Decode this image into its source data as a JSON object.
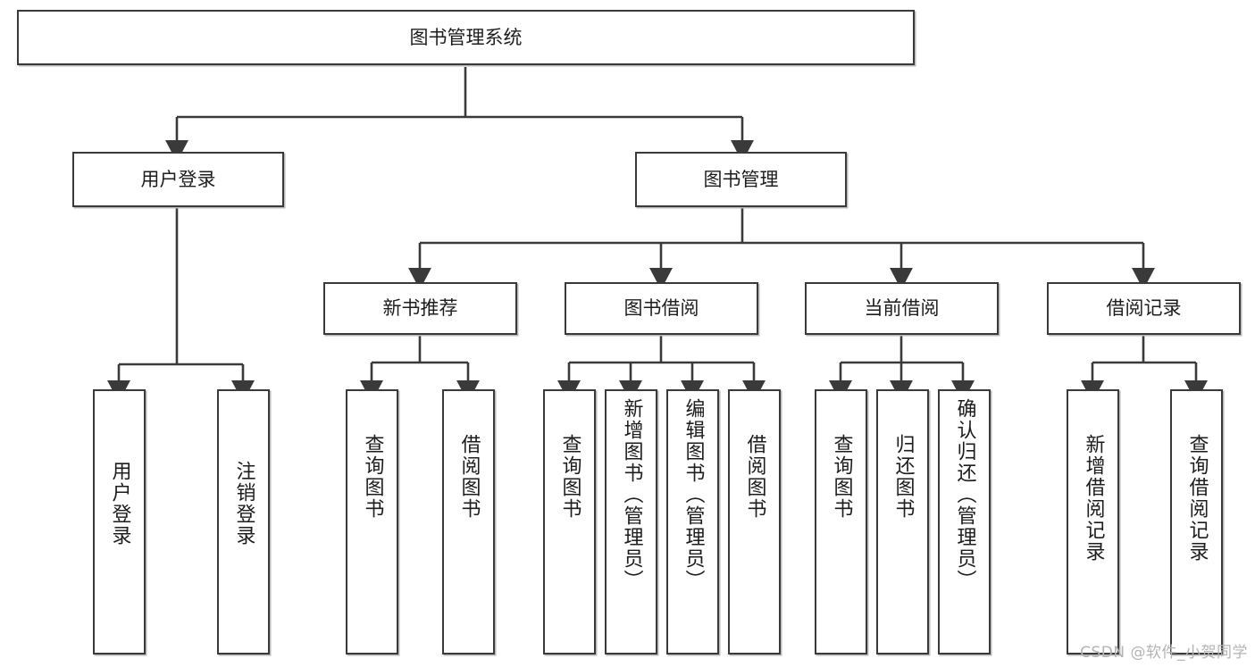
{
  "diagram": {
    "title": "图书管理系统",
    "type": "tree-hierarchy",
    "root": {
      "label": "图书管理系统"
    },
    "level2": [
      {
        "label": "用户登录"
      },
      {
        "label": "图书管理"
      }
    ],
    "level3": [
      {
        "label": "新书推荐"
      },
      {
        "label": "图书借阅"
      },
      {
        "label": "当前借阅"
      },
      {
        "label": "借阅记录"
      }
    ],
    "leaves": {
      "user_login": [
        {
          "label": "用户登录"
        },
        {
          "label": "注销登录"
        }
      ],
      "new_book_recommend": [
        {
          "label": "查询图书"
        },
        {
          "label": "借阅图书"
        }
      ],
      "book_borrow": [
        {
          "label": "查询图书"
        },
        {
          "label": "新增图书（管理员）"
        },
        {
          "label": "编辑图书（管理员）"
        },
        {
          "label": "借阅图书"
        }
      ],
      "current_borrow": [
        {
          "label": "查询图书"
        },
        {
          "label": "归还图书"
        },
        {
          "label": "确认归还（管理员）"
        }
      ],
      "borrow_record": [
        {
          "label": "新增借阅记录"
        },
        {
          "label": "查询借阅记录"
        }
      ]
    }
  },
  "watermark": {
    "text": "CSDN @软件_小贺同学"
  },
  "colors": {
    "stroke": "#3a3a3a",
    "fill": "#ffffff",
    "text": "#1d1d1d",
    "shadow": "#b9b9b9",
    "watermark": "#b4b4b4"
  }
}
